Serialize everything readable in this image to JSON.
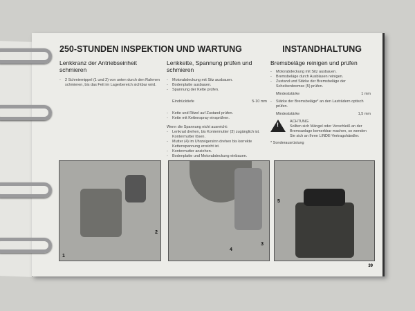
{
  "header": {
    "title": "250-STUNDEN INSPEKTION UND WARTUNG",
    "section": "INSTANDHALTUNG"
  },
  "col1": {
    "title": "Lenkkranz der Antriebseinheit schmieren",
    "items": [
      "2 Schmiernippel (1 und 2) von unten durch den Rahmen schmieren, bis das Fett im Lagerbereich sichtbar wird."
    ]
  },
  "col2": {
    "title": "Lenkkette, Spannung prüfen und schmieren",
    "items": [
      "Motorabdeckung mit Sitz ausbauen.",
      "Bodenplatte ausbauen.",
      "Spannung der Kette prüfen."
    ],
    "spec_label": "Eindrücktiefe",
    "spec_value": "5-10 mm",
    "items2": [
      "Kette und Ritzel auf Zustand prüfen.",
      "Kette mit Kettenspray einsprühen."
    ],
    "subhead": "Wenn die Spannung nicht ausreicht:",
    "items3": [
      "Lenkrad drehen, bis Kontermutter (3) zugänglich ist. Kontermutter lösen.",
      "Mutter (4) im Uhrzeigersinn drehen bis korrekte Kettenspannung erreicht ist.",
      "Kontermutter anziehen.",
      "Bodenplatte und Motorabdeckung einbauen."
    ]
  },
  "col3": {
    "title": "Bremsbeläge reinigen und prüfen",
    "items": [
      "Motorabdeckung mit Sitz ausbauen.",
      "Bremsbeläge durch Ausblasen reinigen.",
      "Zustand und Stärke der Bremsbeläge der Scheibenbremse (5) prüfen."
    ],
    "spec1_label": "Mindeststärke",
    "spec1_value": "1 mm",
    "items2": [
      "Stärke der Bremsbeläge* an den Lasträdern optisch prüfen."
    ],
    "spec2_label": "Mindeststärke",
    "spec2_value": "1,5 mm",
    "warning_title": "ACHTUNG",
    "warning_text": "Sollten sich Mängel oder Verschleiß an der Bremsanlage bemerkbar machen, so wenden Sie sich an Ihren LINDE-Vertragshändler.",
    "footnote": "* Sonderausrüstung"
  },
  "figures": {
    "fig1": [
      "1",
      "2"
    ],
    "fig2": [
      "4",
      "3"
    ],
    "fig3": [
      "5"
    ]
  },
  "page_number": "39"
}
